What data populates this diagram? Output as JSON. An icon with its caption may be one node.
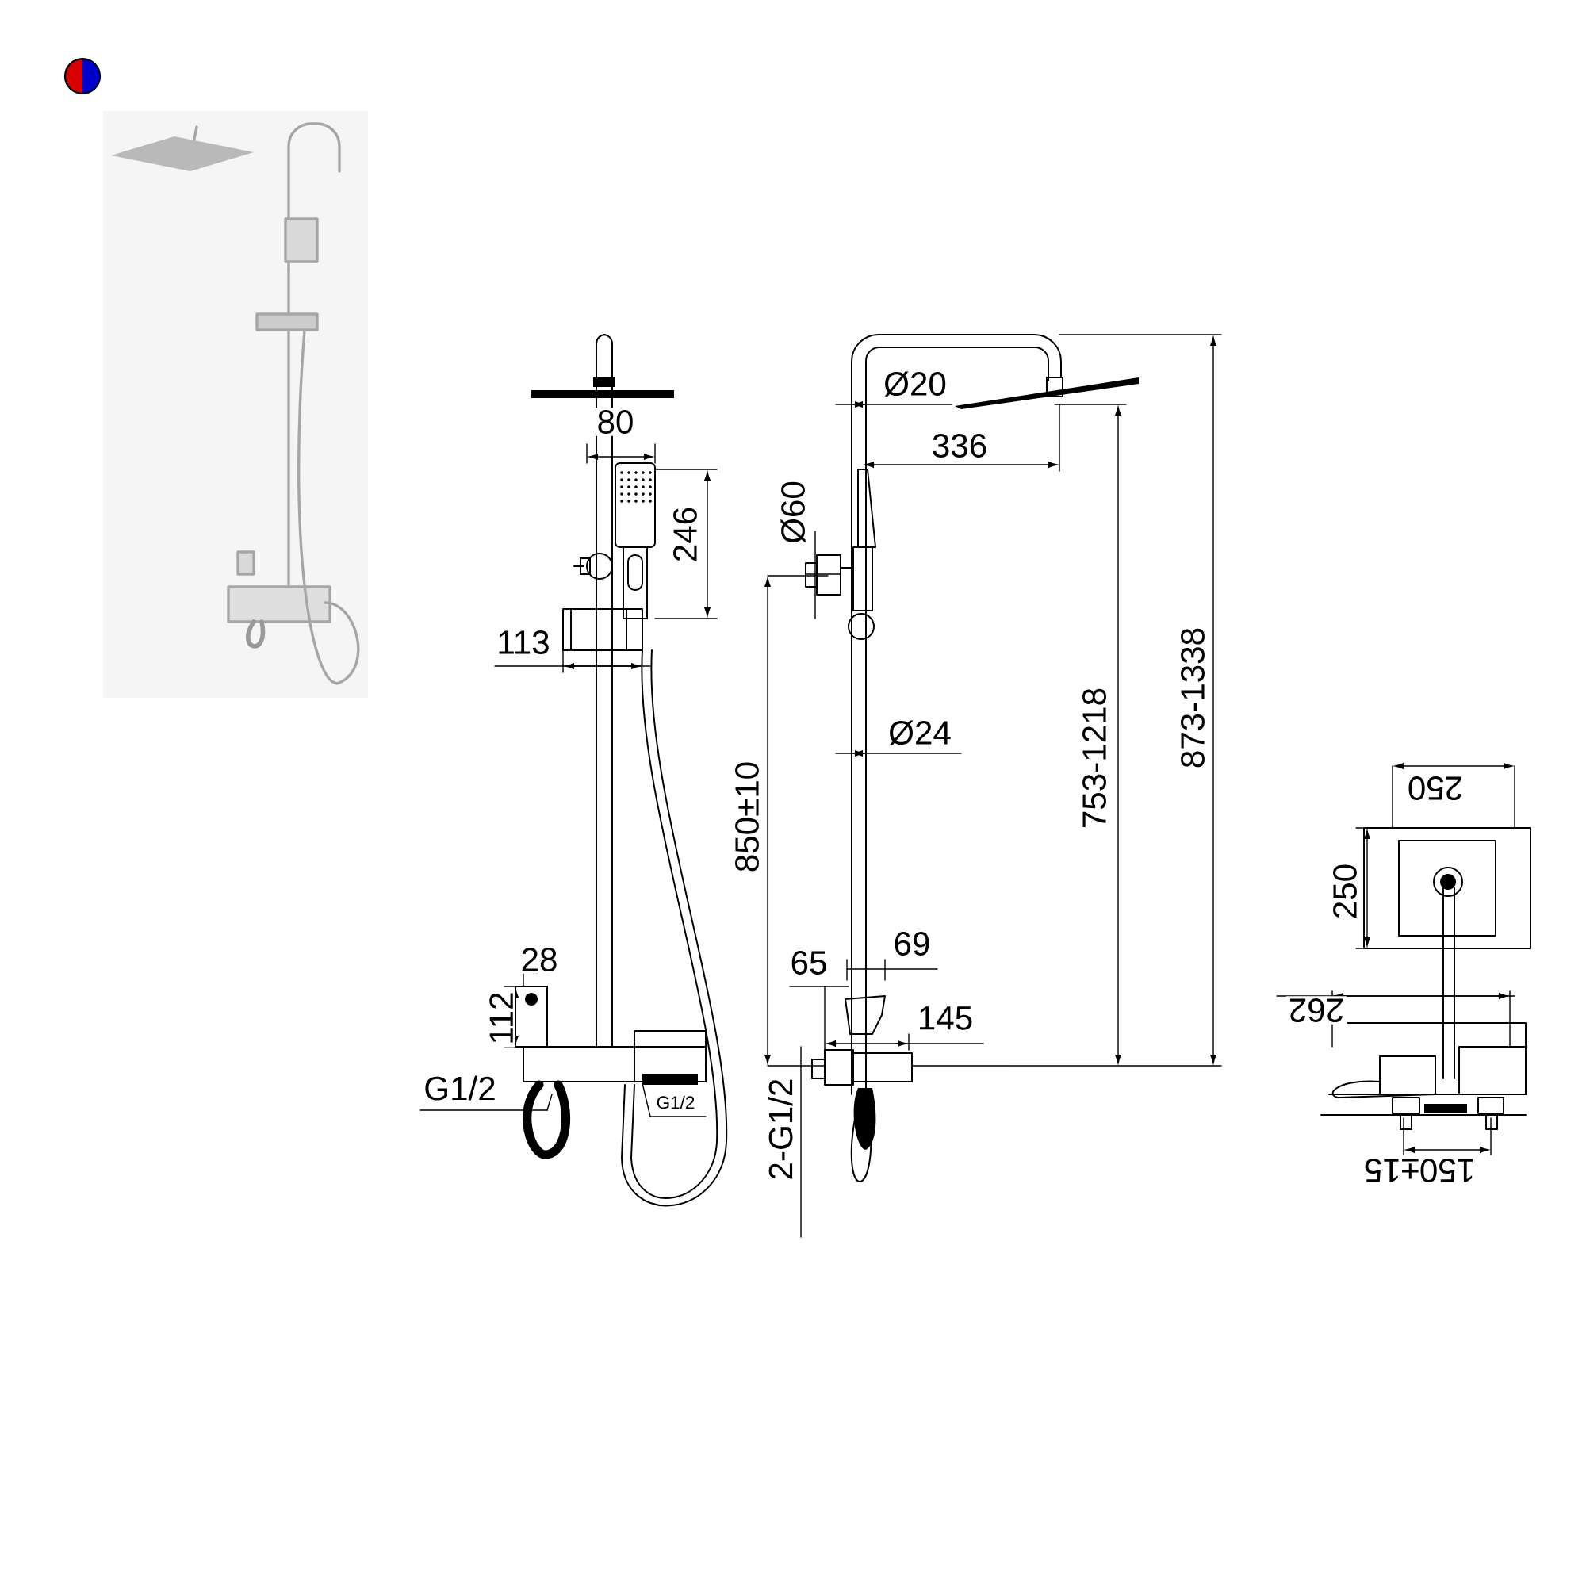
{
  "diagram": {
    "labels": [
      "80",
      "246",
      "113",
      "Ø20",
      "336",
      "Ø60",
      "Ø24",
      "850±10",
      "753-1218",
      "873-1338",
      "250",
      "250",
      "28",
      "65",
      "69",
      "112",
      "145",
      "G1/2",
      "G1/2",
      "262",
      "2-G1/2",
      "150±15"
    ]
  }
}
